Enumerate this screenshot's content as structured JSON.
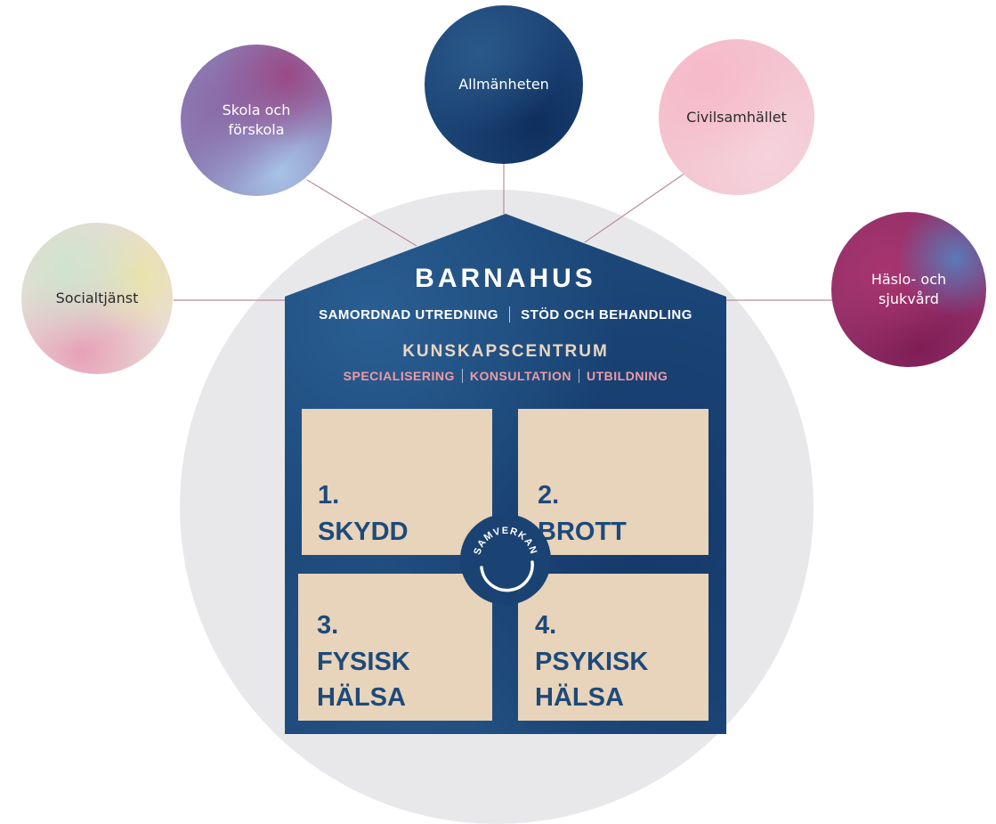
{
  "stakeholders": [
    {
      "id": "socialtjanst",
      "label": "Socialtjänst"
    },
    {
      "id": "skola",
      "label": "Skola och\nförskola"
    },
    {
      "id": "allmanheten",
      "label": "Allmänheten"
    },
    {
      "id": "civilsamhallet",
      "label": "Civilsamhället"
    },
    {
      "id": "halso",
      "label": "Häslo- och\nsjukvård"
    }
  ],
  "house": {
    "title": "BARNAHUS",
    "subtitle_left": "SAMORDNAD UTREDNING",
    "subtitle_right": "STÖD OCH BEHANDLING",
    "knowledge_center": {
      "title": "KUNSKAPSCENTRUM",
      "items": [
        "SPECIALISERING",
        "KONSULTATION",
        "UTBILDNING"
      ]
    },
    "quadrants": [
      {
        "number": "1.",
        "lines": [
          "SKYDD"
        ]
      },
      {
        "number": "2.",
        "lines": [
          "BROTT"
        ]
      },
      {
        "number": "3.",
        "lines": [
          "FYSISK",
          "HÄLSA"
        ]
      },
      {
        "number": "4.",
        "lines": [
          "PSYKISK",
          "HÄLSA"
        ]
      }
    ],
    "center_label": "SAMVERKAN"
  },
  "colors": {
    "house_blue": "#1b4677",
    "quadrant_beige": "#e8d3bb",
    "quadrant_text": "#1d4a7a",
    "knowledge_title": "#e9d6c1",
    "knowledge_items": "#ef9aa4",
    "connector_line": "#b88ca0",
    "background_circle": "#e8e8ea"
  },
  "icons": [
    "samverkan-arc-icon"
  ]
}
